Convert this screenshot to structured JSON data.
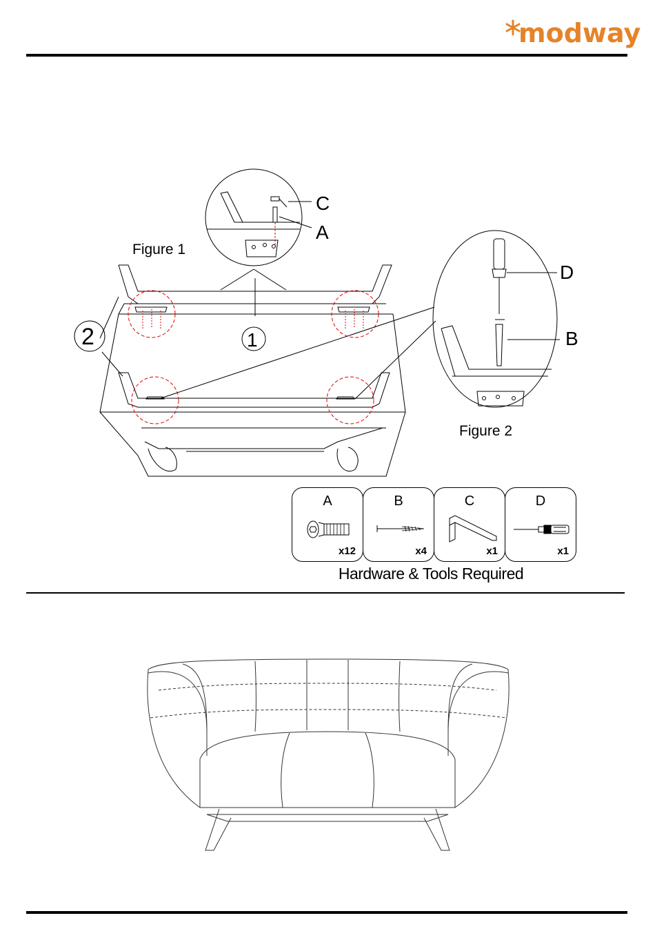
{
  "brand": {
    "logo_text": "modway",
    "accent_color": "#e5832a"
  },
  "figures": {
    "figure1_label": "Figure 1",
    "figure2_label": "Figure 2"
  },
  "callouts": {
    "c": "C",
    "a": "A",
    "d": "D",
    "b": "B",
    "step1": "1",
    "step2": "2"
  },
  "hardware": {
    "title": "Hardware & Tools Required",
    "items": [
      {
        "letter": "A",
        "qty": "x12",
        "icon": "hex-bolt-icon"
      },
      {
        "letter": "B",
        "qty": "x4",
        "icon": "screw-icon"
      },
      {
        "letter": "C",
        "qty": "x1",
        "icon": "allen-key-icon"
      },
      {
        "letter": "D",
        "qty": "x1",
        "icon": "screwdriver-icon"
      }
    ]
  }
}
